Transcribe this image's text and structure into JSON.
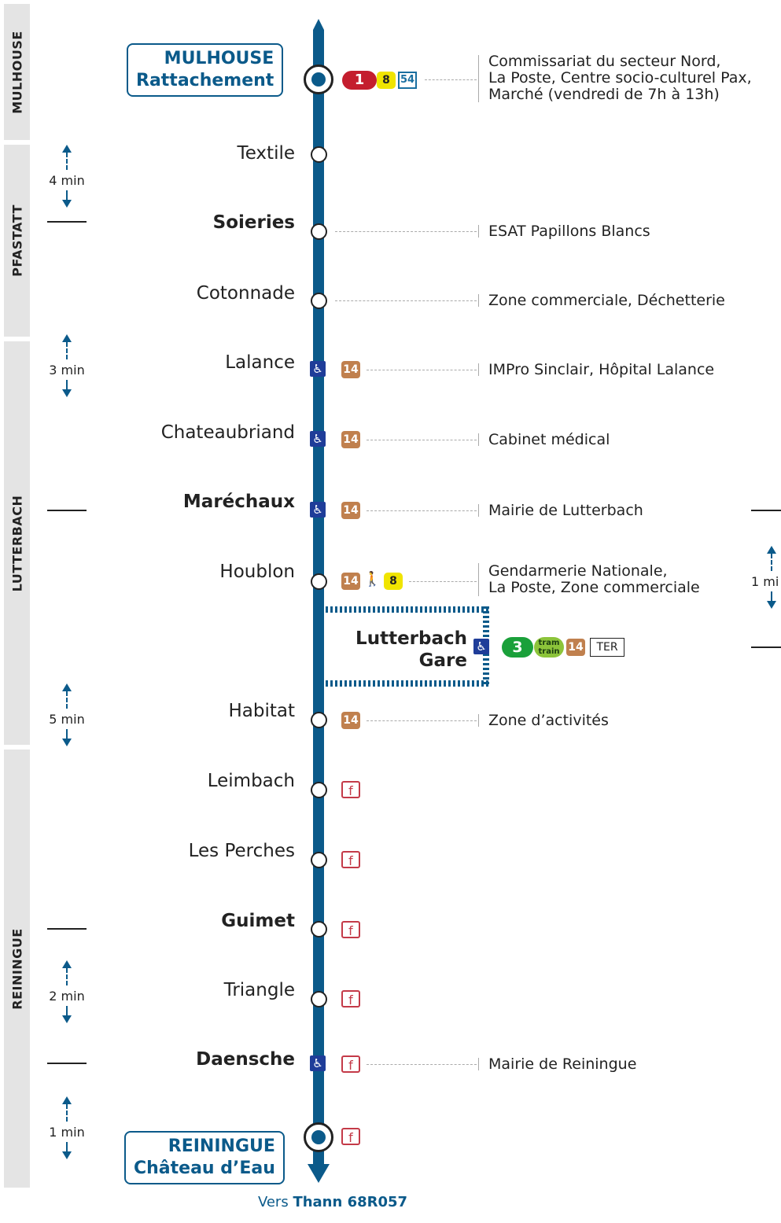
{
  "communes": [
    "MULHOUSE",
    "PFASTATT",
    "LUTTERBACH",
    "REININGUE"
  ],
  "terminus_start": {
    "line1": "MULHOUSE",
    "line2": "Rattachement"
  },
  "terminus_end": {
    "line1": "REININGUE",
    "line2": "Château d’Eau"
  },
  "stops": [
    {
      "name": "Textile"
    },
    {
      "name": "Soieries"
    },
    {
      "name": "Cotonnade"
    },
    {
      "name": "Lalance"
    },
    {
      "name": "Chateaubriand"
    },
    {
      "name": "Maréchaux"
    },
    {
      "name": "Houblon"
    },
    {
      "name": "Lutterbach"
    },
    {
      "name": "Gare"
    },
    {
      "name": "Habitat"
    },
    {
      "name": "Leimbach"
    },
    {
      "name": "Les Perches"
    },
    {
      "name": "Guimet"
    },
    {
      "name": "Triangle"
    },
    {
      "name": "Daensche"
    }
  ],
  "durations": [
    "4 min",
    "3 min",
    "5 min",
    "2 min",
    "1 min",
    "1 mi"
  ],
  "badges": {
    "line1": "1",
    "line8": "8",
    "line54": "54",
    "line14": "14",
    "f": "f",
    "line3": "3",
    "tram": "tram",
    "train": "train",
    "ter": "TER",
    "wheelchair": "♿",
    "walk": "🚶"
  },
  "info": {
    "rattachement": [
      "Commissariat du secteur Nord,",
      "La Poste, Centre socio-culturel Pax,",
      "Marché (vendredi de 7h à 13h)"
    ],
    "soieries": "ESAT Papillons Blancs",
    "cotonnade": "Zone commerciale, Déchetterie",
    "lalance": "IMPro Sinclair, Hôpital Lalance",
    "chateaubriand": "Cabinet médical",
    "marechaux": "Mairie de Lutterbach",
    "houblon": [
      "Gendarmerie Nationale,",
      "La Poste, Zone commerciale"
    ],
    "habitat": "Zone d’activités",
    "daensche": "Mairie de Reiningue"
  },
  "footer": {
    "prefix": "Vers ",
    "destination": "Thann 68R057"
  },
  "colors": {
    "line": "#0b5a8a",
    "line14": "#c0804e",
    "line1": "#c41e2e",
    "line8": "#f0e400",
    "line3": "#1aa03a",
    "f": "#c43a48"
  }
}
